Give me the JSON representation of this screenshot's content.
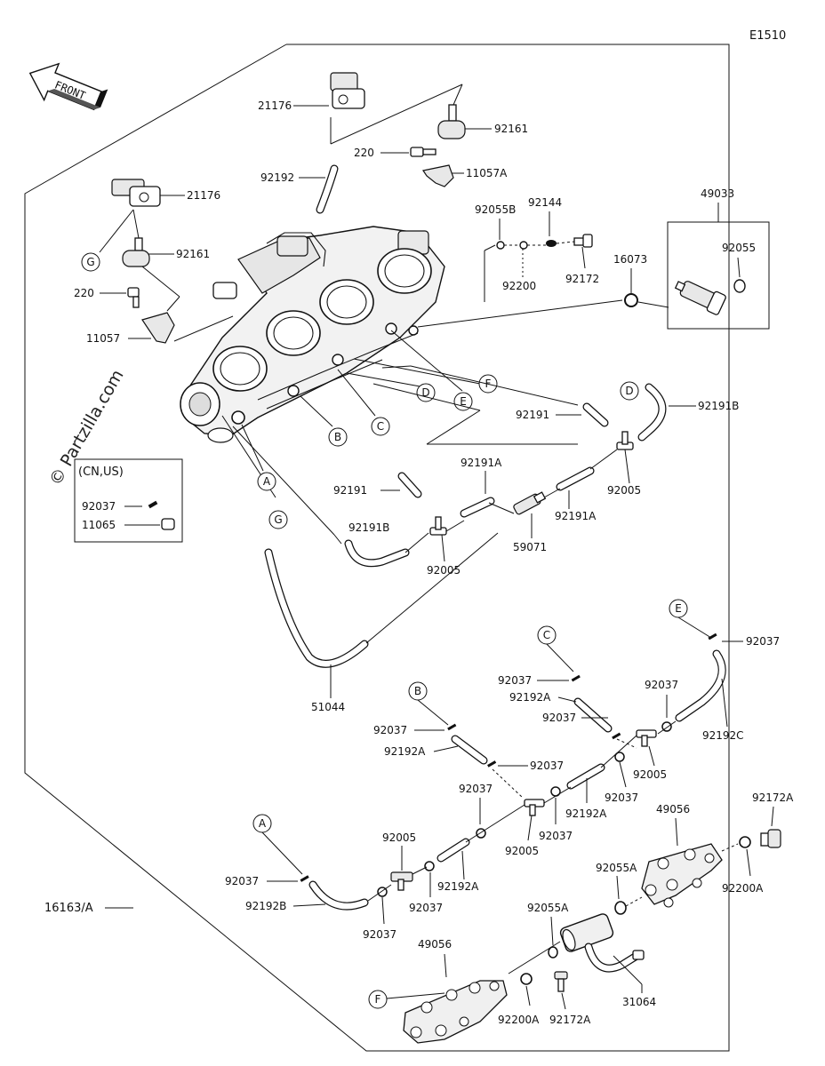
{
  "diagram_code": "E1510",
  "front_label": "FRONT",
  "watermark": "© Partzilla.com",
  "region_box_label": "(CN,US)",
  "frame_label": "16163/A",
  "labels": {
    "l21176a": "21176",
    "l21176b": "21176",
    "l92161a": "92161",
    "l92161b": "92161",
    "l220a": "220",
    "l220b": "220",
    "l11057A": "11057A",
    "l11057": "11057",
    "l92192": "92192",
    "l49033": "49033",
    "l92055B": "92055B",
    "l92144": "92144",
    "l92200": "92200",
    "l92172": "92172",
    "l16073": "16073",
    "l92055": "92055",
    "l92191a": "92191",
    "l92191b": "92191",
    "l92191Ba": "92191B",
    "l92191Bb": "92191B",
    "l92191Aa": "92191A",
    "l92191Ab": "92191A",
    "l92005a": "92005",
    "l92005b": "92005",
    "l59071": "59071",
    "l92037box": "92037",
    "l11065": "11065",
    "l51044": "51044",
    "l92037e": "92037",
    "l92192C": "92192C",
    "l92037c": "92037",
    "l92192Aa": "92192A",
    "l92037c2": "92037",
    "l92037r": "92037",
    "l92005c": "92005",
    "l92037b": "92037",
    "l92192Ab": "92192A",
    "l92037b2": "92037",
    "l92037m": "92037",
    "l92037m2": "92037",
    "l92192Ac": "92192A",
    "l92037m3": "92037",
    "l92005d": "92005",
    "l92005e": "92005",
    "l92192Ad": "92192A",
    "l92037l": "92037",
    "l92037a": "92037",
    "l92192B": "92192B",
    "l92037l2": "92037",
    "l49056a": "49056",
    "l92172A1": "92172A",
    "l92055A1": "92055A",
    "l92200A1": "92200A",
    "l92055A2": "92055A",
    "l49056b": "49056",
    "l92200A2": "92200A",
    "l92172A2": "92172A",
    "l31064": "31064"
  },
  "callouts": {
    "A1": "A",
    "B1": "B",
    "C1": "C",
    "D1": "D",
    "E1": "E",
    "F1": "F",
    "G1": "G",
    "A2": "A",
    "B2": "B",
    "C2": "C",
    "D2": "D",
    "E2": "E",
    "F2": "F",
    "G2": "G"
  }
}
